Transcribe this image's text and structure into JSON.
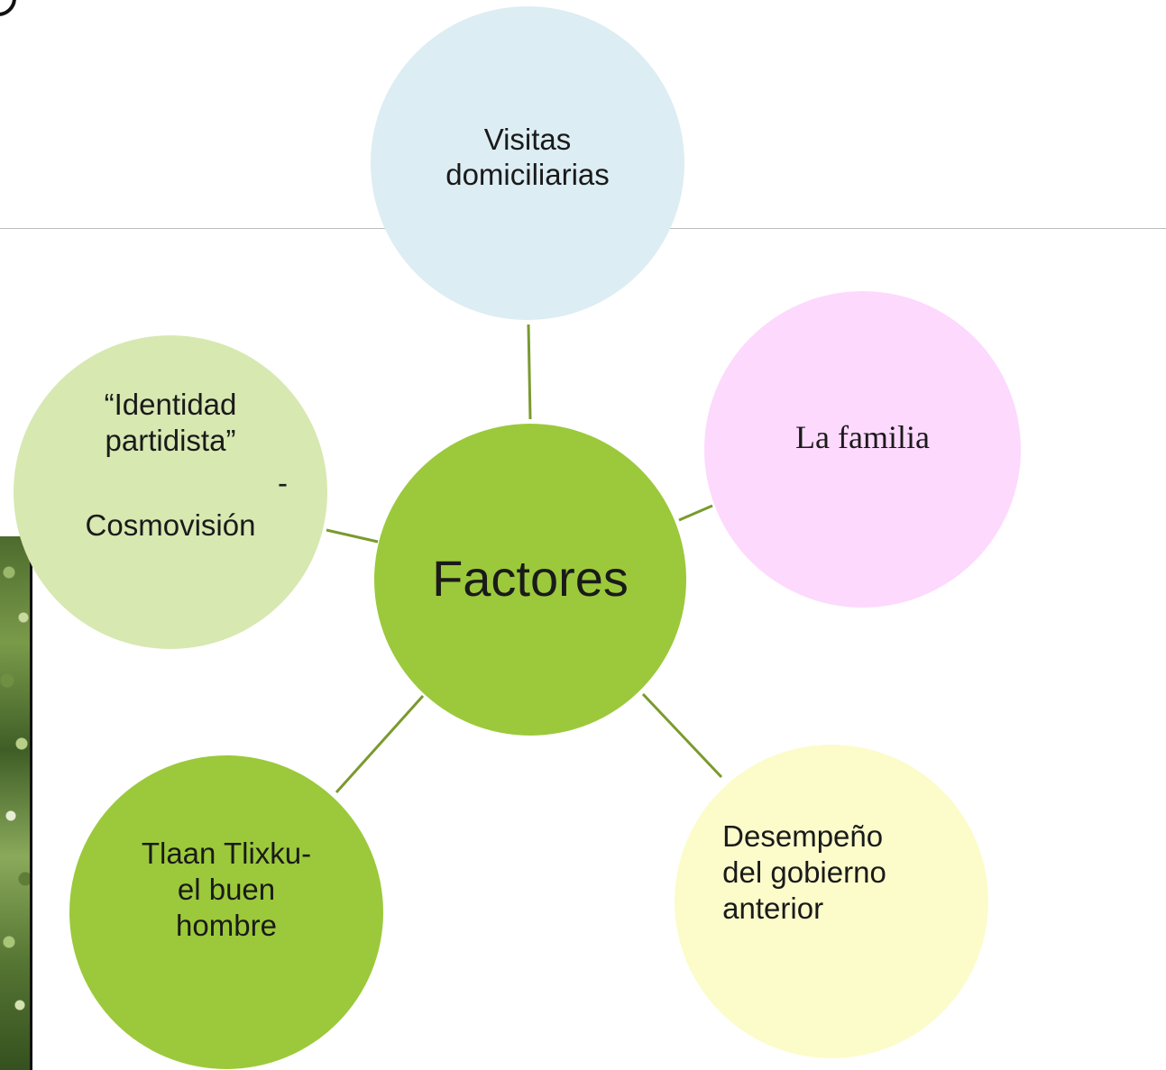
{
  "diagram": {
    "center": {
      "label": "Factores"
    },
    "nodes": {
      "top": {
        "label": "Visitas\ndomiciliarias",
        "color": "#dcedf3"
      },
      "right": {
        "label": "La familia",
        "color": "#fdd9fd"
      },
      "left": {
        "line1": "“Identidad\npartidista”",
        "dash": "-",
        "line2": "Cosmovisión",
        "color": "#d7e8b1"
      },
      "bottom_left": {
        "label": "Tlaan Tlixku-\nel buen\nhombre",
        "color": "#9bc93b"
      },
      "bottom_right": {
        "label": "Desempeño\ndel gobierno\nanterior",
        "color": "#fcfccb"
      }
    },
    "center_color": "#9bc93b",
    "connector_color": "#7a9a2e"
  }
}
